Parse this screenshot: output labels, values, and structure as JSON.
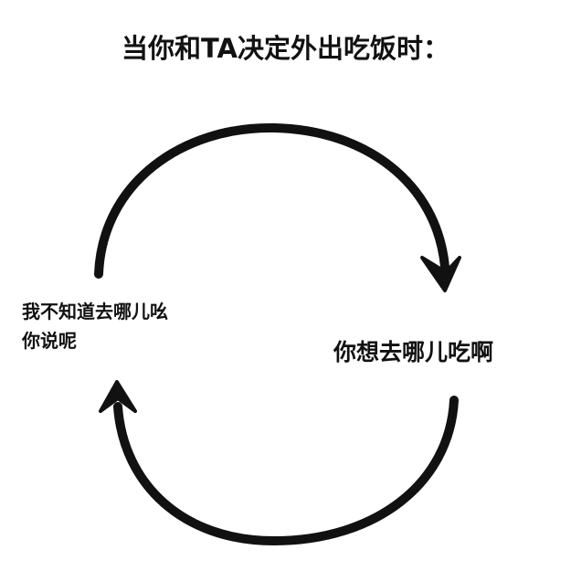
{
  "title": "当你和TA决定外出吃饭时：",
  "left_text": [
    "我不知道去哪儿吆",
    "你说呢"
  ],
  "right_text": "你想去哪儿吃啊",
  "colors": {
    "ink": "#111111",
    "background": "#ffffff"
  }
}
